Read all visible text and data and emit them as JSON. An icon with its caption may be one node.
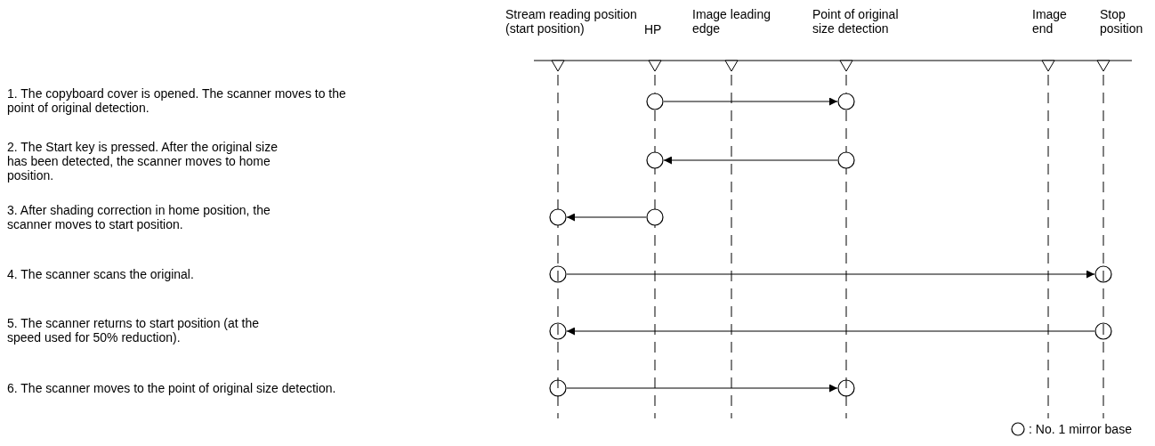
{
  "diagram": {
    "nodes": [
      {
        "text": [],
        "shape": "circle"
      },
      {
        "text": [],
        "shape": "circle"
      },
      {
        "text": [],
        "shape": "circle"
      },
      {
        "text": [],
        "shape": "circle"
      },
      {
        "text": [],
        "shape": "circle"
      },
      {
        "text": [],
        "shape": "circle"
      },
      {
        "text": [],
        "shape": "circle"
      },
      {
        "text": [],
        "shape": "circle"
      },
      {
        "text": [],
        "shape": "circle"
      },
      {
        "text": [],
        "shape": "circle"
      },
      {
        "text": [],
        "shape": "circle"
      },
      {
        "text": [],
        "shape": "circle"
      }
    ],
    "edges": [
      {
        "from": 0,
        "to": 1,
        "arrow": "to"
      },
      {
        "from": 3,
        "to": 2,
        "arrow": "to"
      },
      {
        "from": 5,
        "to": 4,
        "arrow": "to"
      },
      {
        "from": 6,
        "to": 7,
        "arrow": "to"
      },
      {
        "from": 9,
        "to": 8,
        "arrow": "to"
      },
      {
        "from": 10,
        "to": 11,
        "arrow": "to"
      }
    ],
    "labels": [
      "Stream reading position (start position)",
      "HP",
      "Image leading edge",
      "Point of original size detection",
      "Image end",
      "Stop position",
      "1. The copyboard cover is opened. The scanner moves to the point of original detection.",
      "2. The Start key is pressed. After the original size has been detected, the scanner moves to home position.",
      "3. After shading correction in home position, the scanner moves to start position.",
      "4. The scanner scans the original.",
      "5. The scanner returns to start position (at the speed used for 50% reduction).",
      "6. The scanner moves to the point of original size detection."
    ],
    "legend": [
      {
        "text": ": No. 1 mirror base"
      }
    ]
  }
}
